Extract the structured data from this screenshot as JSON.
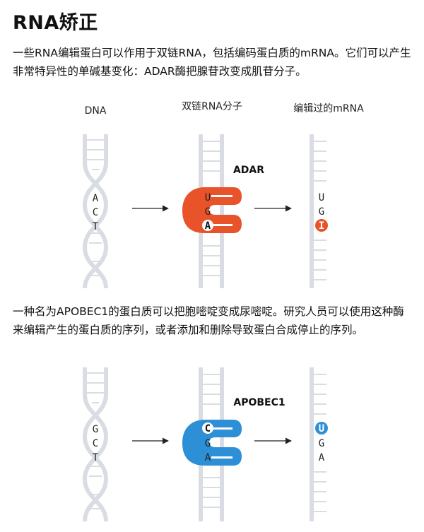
{
  "title": "RNA矫正",
  "intro": "一些RNA编辑蛋白可以作用于双链RNA，包括编码蛋白质的mRNA。它们可以产生非常特异性的单碱基变化：ADAR酶把腺苷改变成肌苷分子。",
  "labels": {
    "dna": "DNA",
    "double_rna": "双链RNA分子",
    "edited_mrna": "编辑过的mRNA"
  },
  "panel1": {
    "enzyme": "ADAR",
    "enzyme_color": "#e8532a",
    "dna_bases": [
      "A",
      "C",
      "T"
    ],
    "rna_bases": [
      "U",
      "G",
      "A"
    ],
    "edited_bases": [
      "U",
      "G",
      "I"
    ]
  },
  "second_paragraph": "一种名为APOBEC1的蛋白质可以把胞嘧啶变成尿嘧啶。研究人员可以使用这种酶来编辑产生的蛋白质的序列，或者添加和删除导致蛋白合成停止的序列。",
  "panel2": {
    "enzyme": "APOBEC1",
    "enzyme_color": "#2d8fd6",
    "dna_bases": [
      "G",
      "C",
      "T"
    ],
    "rna_bases": [
      "C",
      "G",
      "A"
    ],
    "edited_bases": [
      "U",
      "G",
      "A"
    ]
  },
  "colors": {
    "strand": "#d9dde3",
    "arrow": "#222222"
  }
}
